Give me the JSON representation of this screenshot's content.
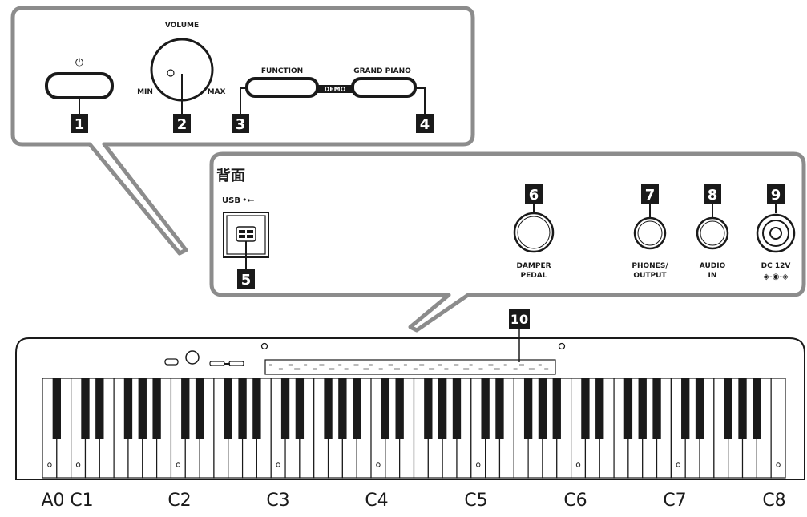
{
  "front_panel": {
    "power_symbol": "⏻",
    "volume_label": "VOLUME",
    "min_label": "MIN",
    "max_label": "MAX",
    "function_label": "FUNCTION",
    "grand_piano_label": "GRAND PIANO",
    "demo_label": "DEMO",
    "callouts": [
      "1",
      "2",
      "3",
      "4"
    ]
  },
  "rear_panel": {
    "title": "背面",
    "usb_label": "USB",
    "usb_symbol": "•⭠",
    "callouts": [
      "5",
      "6",
      "7",
      "8",
      "9"
    ],
    "damper_pedal_line1": "DAMPER",
    "damper_pedal_line2": "PEDAL",
    "phones_line1": "PHONES/",
    "phones_line2": "OUTPUT",
    "audio_line1": "AUDIO",
    "audio_line2": "IN",
    "dc_label": "DC 12V",
    "dc_symbol": "◈-◉-◈"
  },
  "keyboard": {
    "callout": "10",
    "note_labels": [
      "A0",
      "C1",
      "C2",
      "C3",
      "C4",
      "C5",
      "C6",
      "C7",
      "C8"
    ]
  },
  "colors": {
    "panel_border": "#8c8c8c",
    "ink": "#1a1a1a",
    "badge": "#1a1a1a"
  }
}
